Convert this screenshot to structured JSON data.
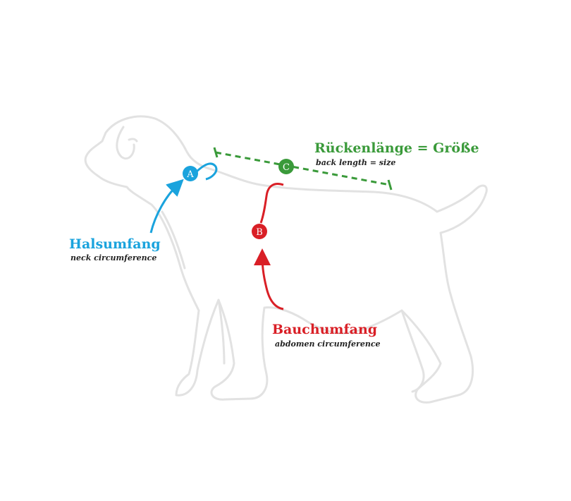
{
  "colors": {
    "neck": "#1aa3dd",
    "belly": "#d91f26",
    "back": "#3a9a3a",
    "dog_outline": "#e4e4e4",
    "text_dark": "#222222"
  },
  "neck": {
    "marker": "A",
    "title": "Halsumfang",
    "subtitle": "neck circumference"
  },
  "belly": {
    "marker": "B",
    "title": "Bauchumfang",
    "subtitle": "abdomen circumference"
  },
  "back": {
    "marker": "C",
    "title": "Rückenlänge = Größe",
    "subtitle": "back length = size"
  }
}
